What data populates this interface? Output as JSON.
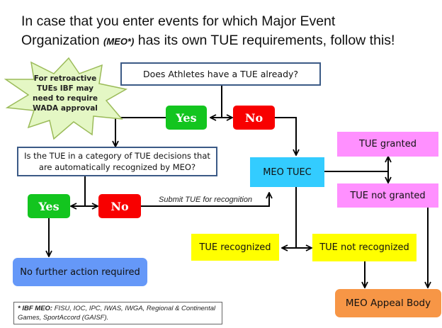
{
  "title": {
    "line1": "In case that you enter events for which Major Event",
    "line2_prefix": "Organization ",
    "line2_abbrev": "(MEO*)",
    "line2_suffix": " has its own TUE requirements, follow this!"
  },
  "callout": {
    "shape": "starburst",
    "color": "#e4f7c4",
    "text": "For retroactive TUEs IBF may need to require WADA approval"
  },
  "nodes": {
    "q1": "Does Athletes have a TUE already?",
    "q1_yes": "Yes",
    "q1_no": "No",
    "q2": "Is the TUE in a category of TUE decisions that are automatically recognized by MEO?",
    "q2_yes": "Yes",
    "q2_no": "No",
    "meo_tuec": "MEO TUEC",
    "tue_granted": "TUE granted",
    "tue_not_granted": "TUE not granted",
    "tue_recognized": "TUE recognized",
    "tue_not_recognized": "TUE not recognized",
    "no_further_action": "No further action required",
    "meo_appeal_body": "MEO Appeal Body"
  },
  "edge_labels": {
    "submit": "Submit TUE for recognition"
  },
  "footnote": {
    "label": "* IBF MEO:",
    "text": " FISU, IOC,  IPC, IWAS, IWGA, Regional & Continental Games, SportAccord (GAISF)."
  },
  "colors": {
    "yes": "#13c51f",
    "no": "#f80000",
    "pink": "#ff90ff",
    "cyan": "#33ccff",
    "yellow": "#ffff00",
    "blue": "#6598f8",
    "orange": "#f79646"
  }
}
